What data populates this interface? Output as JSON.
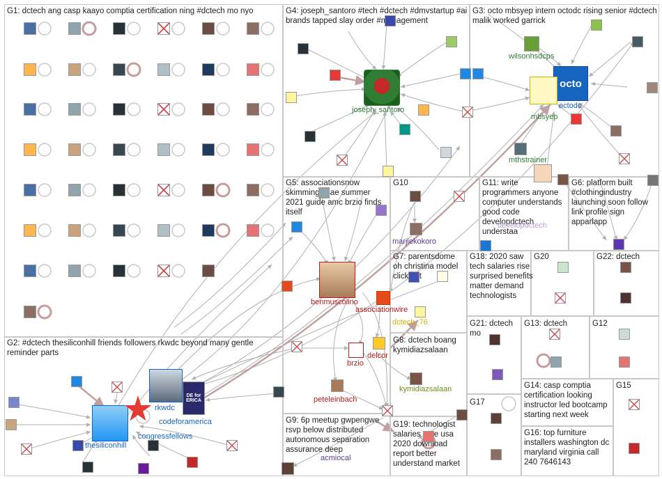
{
  "groups": {
    "g1": "G1: dctech ang casp kaayo comptia certification ning #dctech mo nyo",
    "g2": "G2: #dctech thesiliconhill friends followers rkwdc beyond many gentle reminder parts",
    "g3": "G3: octo mbsyep intern octodc rising senior #dctech malik worked garrick",
    "g4": "G4: joseph_santoro #tech #dctech #dmvstartup #ai brands tapped slay order #management",
    "g5": "G5: associationsnow skimming asae summer 2021 guide amc brzio finds itself",
    "g6": "G6: platform built #clothingindustry launching soon follow link profile sign apparlapp",
    "g7": "G7: parentsdome oh christina model clickbait",
    "g8": "G8: dctech boang kymidiazsalaan",
    "g9": "G9: 6p meetup gwpengwe rsvp below distributed autonomous separation assurance deep",
    "g10": "G10",
    "g11": "G11: write programmers anyone computer understands good code developdctech understaa",
    "g12": "G12",
    "g13": "G13: dctech",
    "g14": "G14: casp comptia certification looking instructor led bootcamp starting next week",
    "g15": "G15",
    "g16": "G16: top furniture installers washington dc maryland virginia call 240 7646143",
    "g17": "G17",
    "g18": "G18: 2020 saw tech salaries rise surprised benefits matter demand technologists",
    "g19": "G19: technologist salaries rose usa 2020 download report better understand market",
    "g20": "G20",
    "g21": "G21: dctech mo",
    "g22": "G22: dctech"
  },
  "labels": {
    "joseph_santoro": "joseph_santoro",
    "wilsonhsdcps": "wilsonhsdcps",
    "octodc": "octodc",
    "mbsyep": "mbsyep",
    "mthstrainer": "mthstrainer",
    "developdctech": "developdctech",
    "marjiekokoro": "marjiekokoro",
    "benmuscolino": "benmuscolino",
    "associationwire": "associationwire",
    "dctech_76": "dctech_76",
    "brzio": "brzio",
    "delcor": "delcor",
    "peteleinbach": "peteleinbach",
    "kymidiazsalaan": "kymidiazsalaan",
    "acmiocal": "acmiocal",
    "rkwdc": "rkwdc",
    "codeforamerica": "codeforamerica",
    "congressfellows": "congressfellows",
    "thesiliconhill": "thesiliconhill",
    "octo_logo": "octo",
    "cfa_logo": "DE for ERICA"
  },
  "colors": {
    "group_border": "#c8c8c8",
    "edge": "#b0b0b0",
    "self_loop": "#c89a9a",
    "heavy_edge": "#c0a0a0",
    "label_green": "#2e7d32",
    "label_red": "#b71c1c",
    "label_purple": "#5e3a8c",
    "label_blue": "#1565c0",
    "label_yellow": "#c9b400",
    "label_olive": "#6b8e23",
    "label_lavender": "#b39ddb"
  }
}
